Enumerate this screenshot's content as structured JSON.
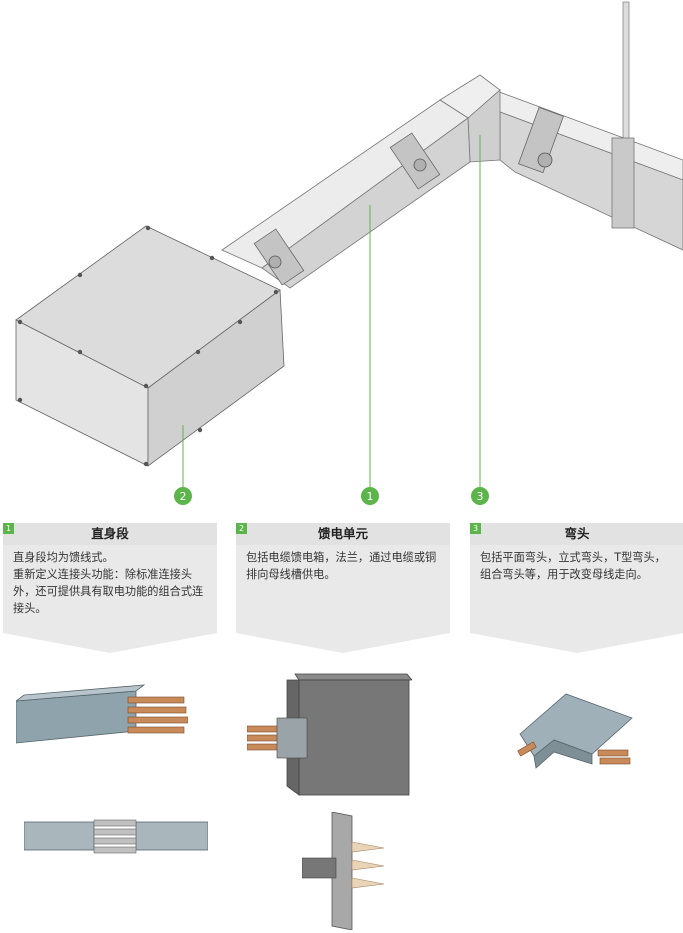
{
  "markers": [
    {
      "id": "2",
      "label": "2"
    },
    {
      "id": "1",
      "label": "1"
    },
    {
      "id": "3",
      "label": "3"
    }
  ],
  "panels": [
    {
      "badge": "1",
      "title": "直身段",
      "lines": [
        "直身段均为馈线式。",
        "重新定义连接头功能：除标准连接头外，还可提供具有取电功能的组合式连接头。"
      ]
    },
    {
      "badge": "2",
      "title": "馈电单元",
      "lines": [
        "包括电缆馈电箱，法兰，通过电缆或铜排向母线槽供电。"
      ]
    },
    {
      "badge": "3",
      "title": "弯头",
      "lines": [
        "包括平面弯头，立式弯头，T型弯头，组合弯头等，用于改变母线走向。"
      ]
    }
  ],
  "colors": {
    "accent": "#5cb54a",
    "panel_bg": "#e9e9e9"
  }
}
